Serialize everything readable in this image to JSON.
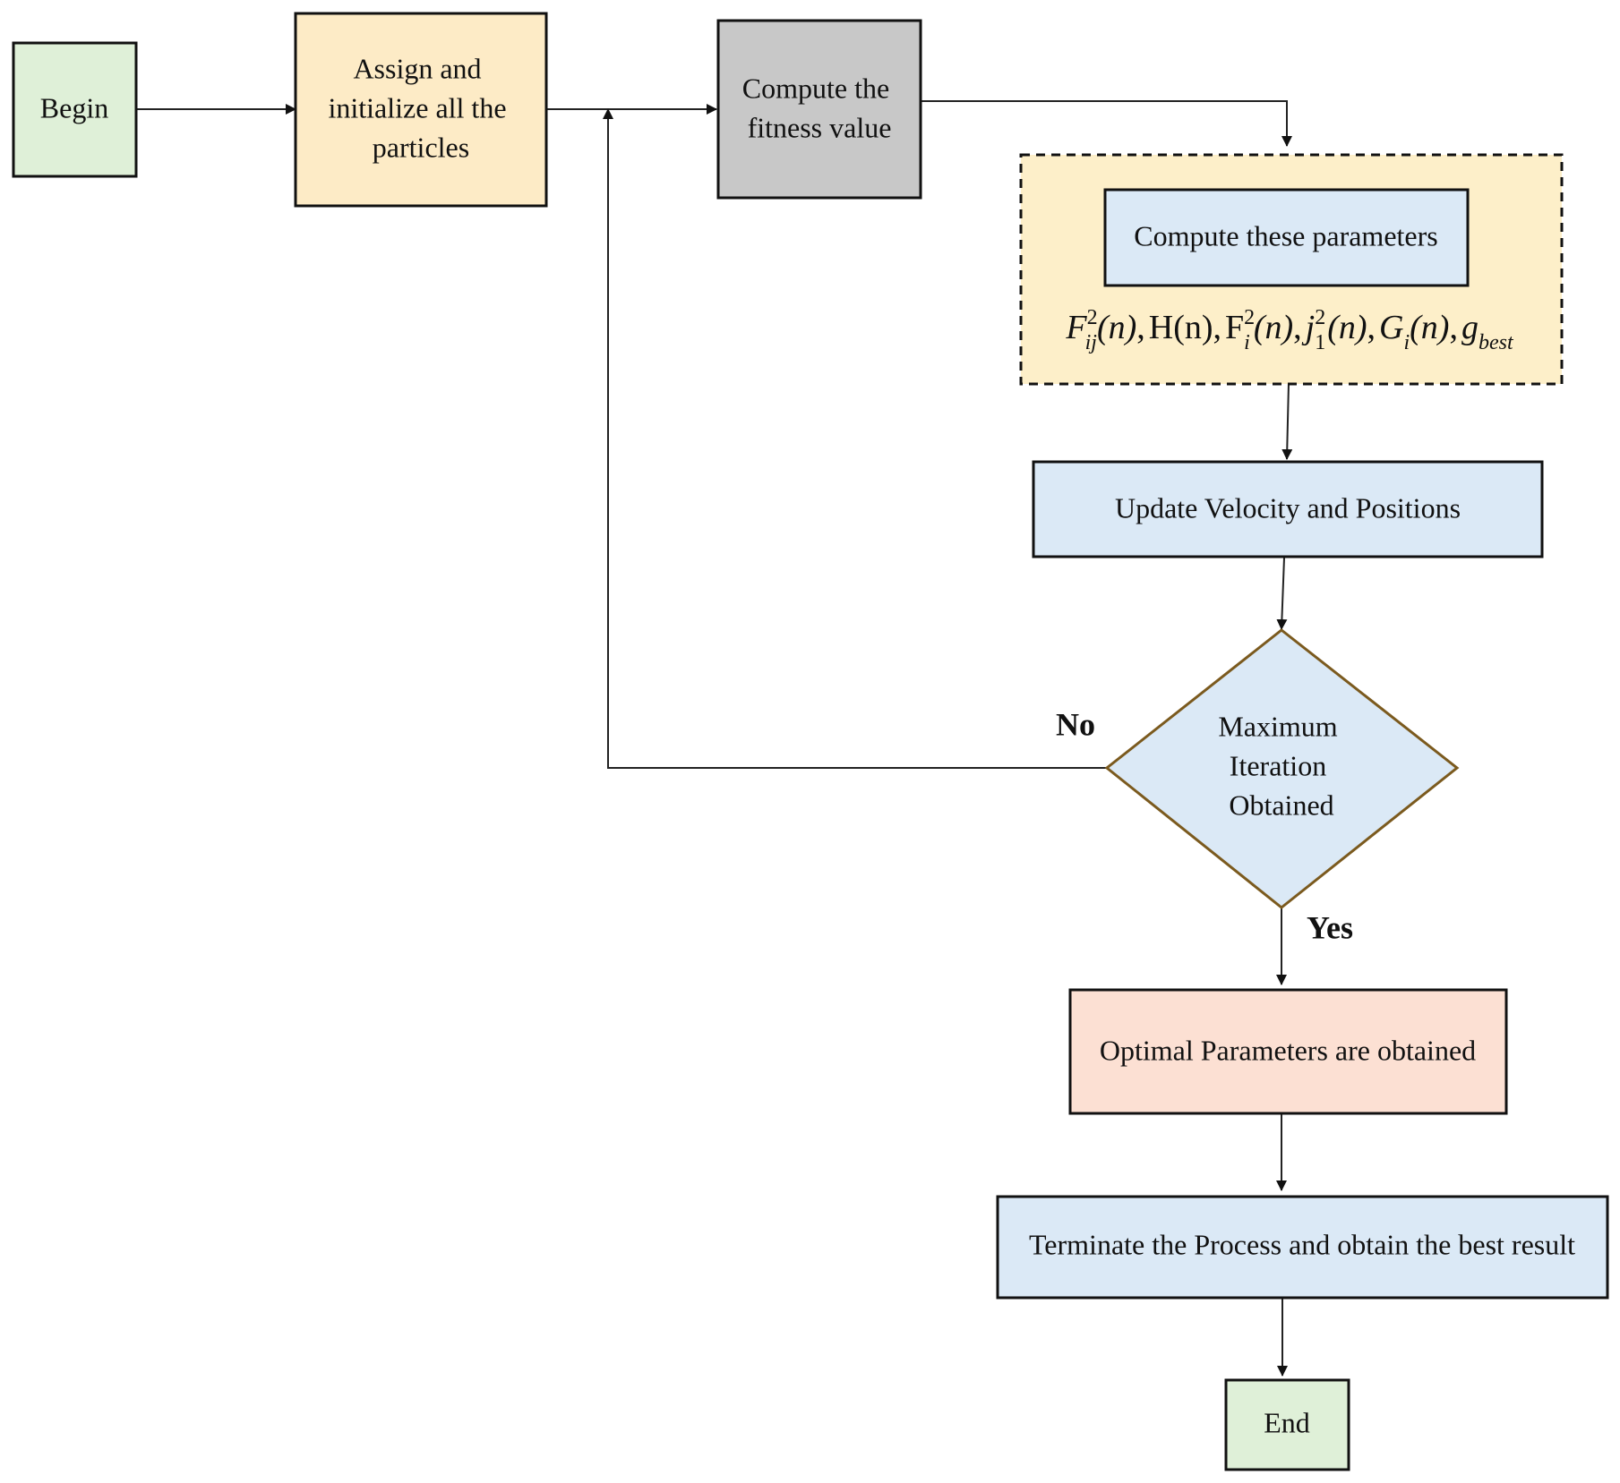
{
  "colors": {
    "begin_fill": "#dff0d8",
    "init_fill": "#fdebc6",
    "fitness_fill": "#c8c8c8",
    "group_fill": "#fdefc9",
    "blue_fill": "#dbe9f6",
    "decision_fill": "#dbe9f6",
    "decision_stroke": "#7b5a1e",
    "optimal_fill": "#fce0d3",
    "end_fill": "#dff0d8",
    "line": "#222222"
  },
  "nodes": {
    "begin": {
      "label": "Begin"
    },
    "init": {
      "lines": [
        "Assign and",
        "initialize all the",
        "particles"
      ]
    },
    "fitness": {
      "lines": [
        "Compute the",
        "fitness value"
      ]
    },
    "params": {
      "label": "Compute these parameters"
    },
    "update": {
      "label": "Update Velocity and Positions"
    },
    "decision": {
      "lines": [
        "Maximum",
        "Iteration",
        "Obtained"
      ]
    },
    "optimal": {
      "label": "Optimal Parameters are obtained"
    },
    "terminate": {
      "label": "Terminate the Process and obtain the best result"
    },
    "end": {
      "label": "End"
    }
  },
  "formula": {
    "f_main": "F",
    "f_sub": "ij",
    "sup2": "2",
    "n_arg": "(n)",
    "comma": ",",
    "h": "H(n)",
    "fi_main": "F",
    "fi_sub": "i",
    "j_main": "j",
    "j_sub": "1",
    "g_main": "G",
    "g_sub": "i",
    "gb_main": "g",
    "gb_sub": "best"
  },
  "edge_labels": {
    "no": "No",
    "yes": "Yes"
  }
}
